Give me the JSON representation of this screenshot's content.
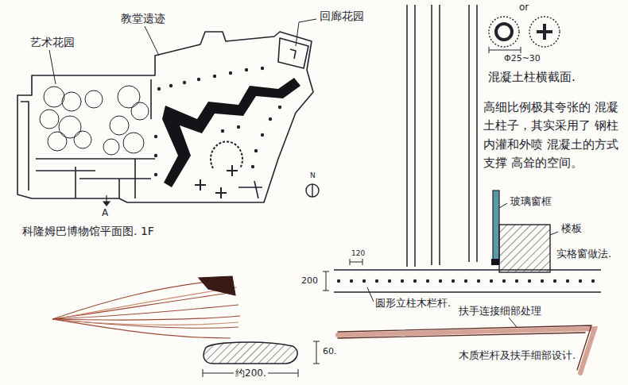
{
  "diagram": {
    "labels": [
      "艺术花园",
      "教堂遗迹",
      "回廊花园",
      "A",
      "N",
      "科隆姆巴博物馆平面图. 1F",
      "or",
      "Φ25~30",
      "混凝土柱横截面.",
      "高细比例极其夸张的 混凝土柱子，其实采用了 钢柱内灌和外喷 混凝土的方式支撑 高耸的空间。",
      "玻璃窗框",
      "楼板",
      "实格窗做法.",
      "120",
      "200",
      "圆形立柱木栏杆.",
      "扶手连接细部处理",
      "木质栏杆及扶手细部设计.",
      "60.",
      "约200."
    ]
  }
}
